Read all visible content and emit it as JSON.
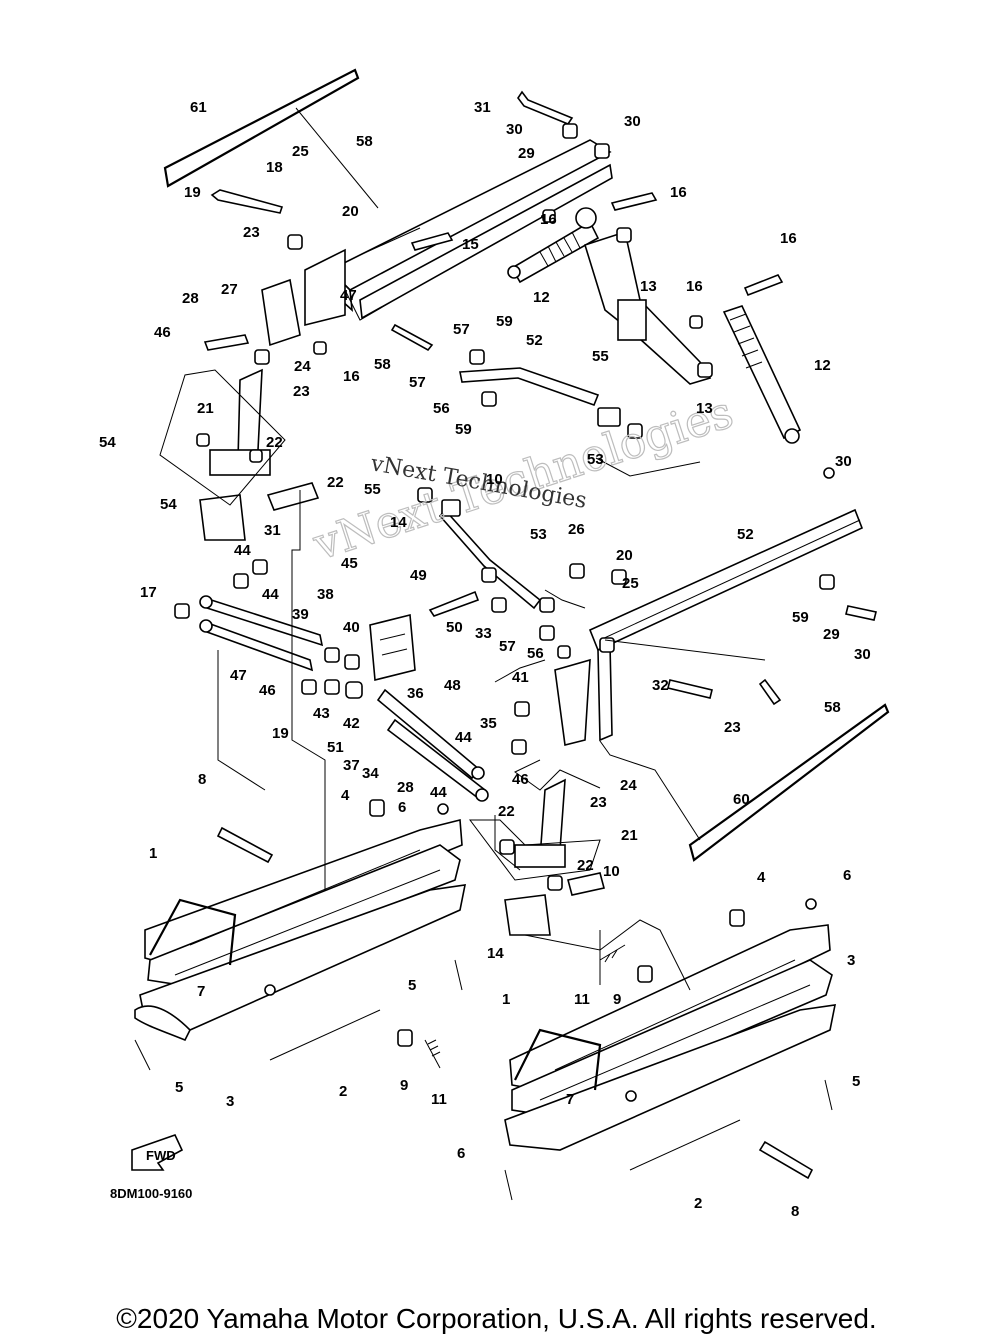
{
  "diagram": {
    "watermark_1": "vNext Technologies",
    "watermark_2": "vNext Technologies",
    "fwd_label": "FWD",
    "drawing_code": "8DM100-9160",
    "callouts": [
      "61",
      "31",
      "30",
      "29",
      "30",
      "58",
      "25",
      "18",
      "19",
      "20",
      "23",
      "16",
      "16",
      "15",
      "12",
      "13",
      "16",
      "16",
      "27",
      "47",
      "28",
      "57",
      "59",
      "52",
      "46",
      "24",
      "58",
      "16",
      "57",
      "56",
      "55",
      "12",
      "13",
      "23",
      "59",
      "53",
      "54",
      "21",
      "22",
      "22",
      "10",
      "55",
      "54",
      "14",
      "53",
      "52",
      "30",
      "26",
      "20",
      "25",
      "17",
      "44",
      "45",
      "49",
      "50",
      "59",
      "29",
      "30",
      "31",
      "44",
      "38",
      "39",
      "40",
      "33",
      "57",
      "56",
      "47",
      "41",
      "46",
      "43",
      "42",
      "36",
      "48",
      "32",
      "23",
      "58",
      "19",
      "51",
      "34",
      "37",
      "35",
      "44",
      "46",
      "24",
      "28",
      "60",
      "8",
      "4",
      "6",
      "44",
      "23",
      "21",
      "22",
      "22",
      "10",
      "1",
      "14",
      "4",
      "6",
      "3",
      "11",
      "9",
      "7",
      "5",
      "1",
      "5",
      "5",
      "9",
      "11",
      "7",
      "3",
      "2",
      "6",
      "2",
      "8"
    ]
  },
  "footer": {
    "copyright": "©2020 Yamaha Motor Corporation, U.S.A. All rights reserved."
  }
}
